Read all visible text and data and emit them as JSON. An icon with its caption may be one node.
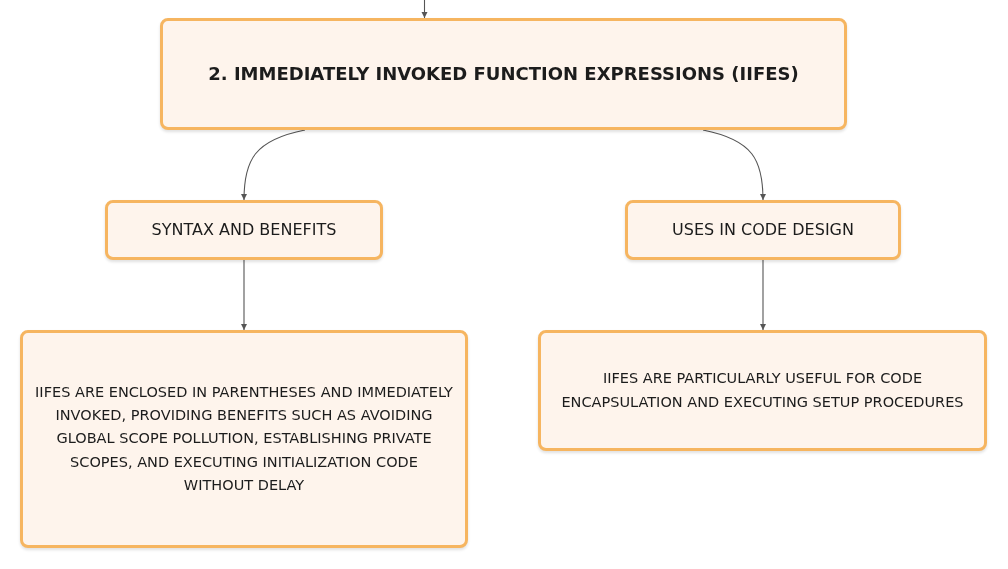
{
  "diagram": {
    "nodes": [
      {
        "text": [
          "2. IMMEDIATELY INVOKED FUNCTION EXPRESSIONS (IIFES)"
        ]
      },
      {
        "text": [
          "SYNTAX AND BENEFITS"
        ]
      },
      {
        "text": [
          "USES IN CODE DESIGN"
        ]
      },
      {
        "text": [
          "IIFES ARE ENCLOSED IN PARENTHESES AND IMMEDIATELY INVOKED, PROVIDING BENEFITS SUCH AS AVOIDING GLOBAL SCOPE POLLUTION, ESTABLISHING PRIVATE SCOPES, AND EXECUTING INITIALIZATION CODE WITHOUT DELAY"
        ]
      },
      {
        "text": [
          "IIFES ARE PARTICULARLY USEFUL FOR CODE ENCAPSULATION AND EXECUTING SETUP PROCEDURES"
        ]
      }
    ],
    "edges": [
      {
        "from": null,
        "to": 0,
        "arrow": "to"
      },
      {
        "from": 0,
        "to": 1,
        "arrow": "to"
      },
      {
        "from": 0,
        "to": 2,
        "arrow": "to"
      },
      {
        "from": 1,
        "to": 3,
        "arrow": "to"
      },
      {
        "from": 2,
        "to": 4,
        "arrow": "to"
      }
    ]
  }
}
